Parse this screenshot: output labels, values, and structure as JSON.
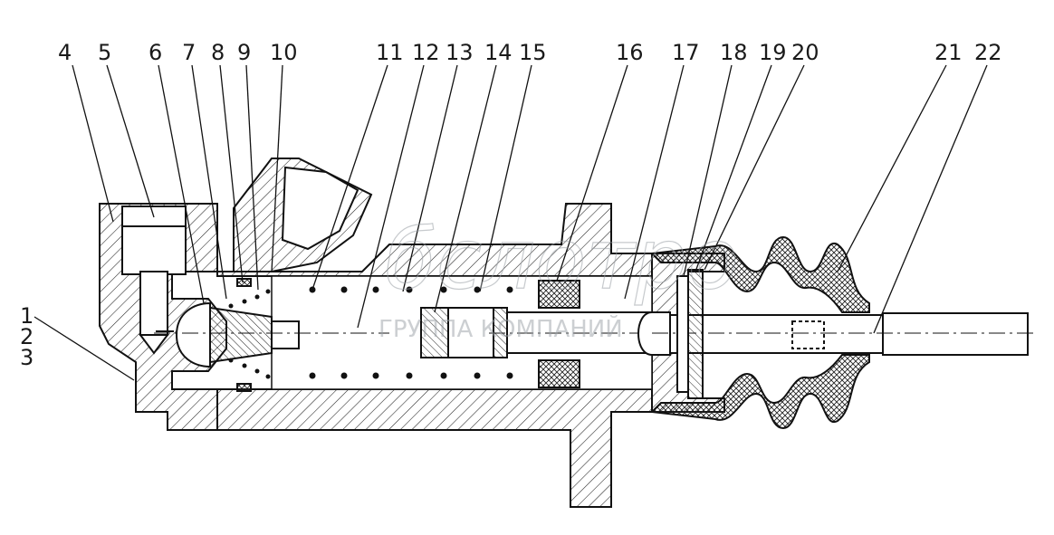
{
  "callouts": [
    "1",
    "2",
    "3",
    "4",
    "5",
    "6",
    "7",
    "8",
    "9",
    "10",
    "11",
    "12",
    "13",
    "14",
    "15",
    "16",
    "17",
    "18",
    "19",
    "20",
    "21",
    "22"
  ],
  "watermark": {
    "brand": "бслотро",
    "tagline": "ГРУППА КОМПАНИЙ"
  }
}
